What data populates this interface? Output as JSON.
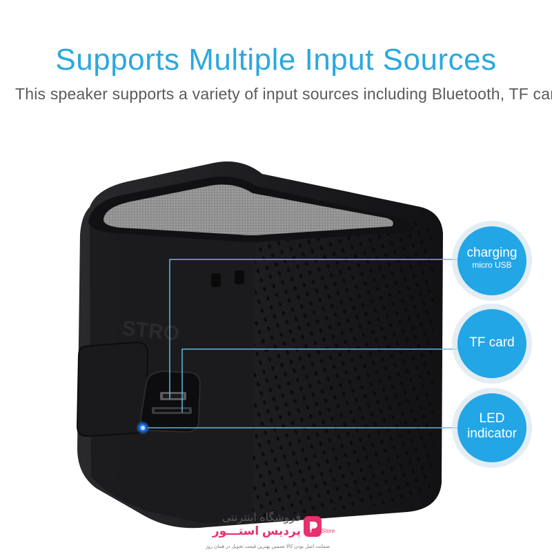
{
  "header": {
    "title": "Supports Multiple Input Sources",
    "subtitle": "This speaker supports a variety of input sources including Bluetooth, TF car"
  },
  "product": {
    "brand_mark": "STRO",
    "body_color": "#1d1d1f",
    "grille_color": "#8a8a8a",
    "led_color": "#1e7bff"
  },
  "callouts": [
    {
      "label": "charging",
      "sub": "micro USB",
      "icon": "circle-callout"
    },
    {
      "label": "TF card",
      "sub": "",
      "icon": "circle-callout"
    },
    {
      "label": "LED",
      "sub": "indicator",
      "icon": "circle-callout"
    }
  ],
  "colors": {
    "accent": "#2aa8e0",
    "bubble_fill": "#23a6e6",
    "bubble_ring": "#d7e6ee",
    "line": "#6ab6dd"
  },
  "footer": {
    "store_line_1": "فروشگاه اینترنتی",
    "store_line_2": "پردیس استـــور",
    "brand_tag": "Pardis Store",
    "slogan": "ضمانت اصل بودن کالا   تضمین بهترین قیمت   تحویل در همان روز"
  }
}
